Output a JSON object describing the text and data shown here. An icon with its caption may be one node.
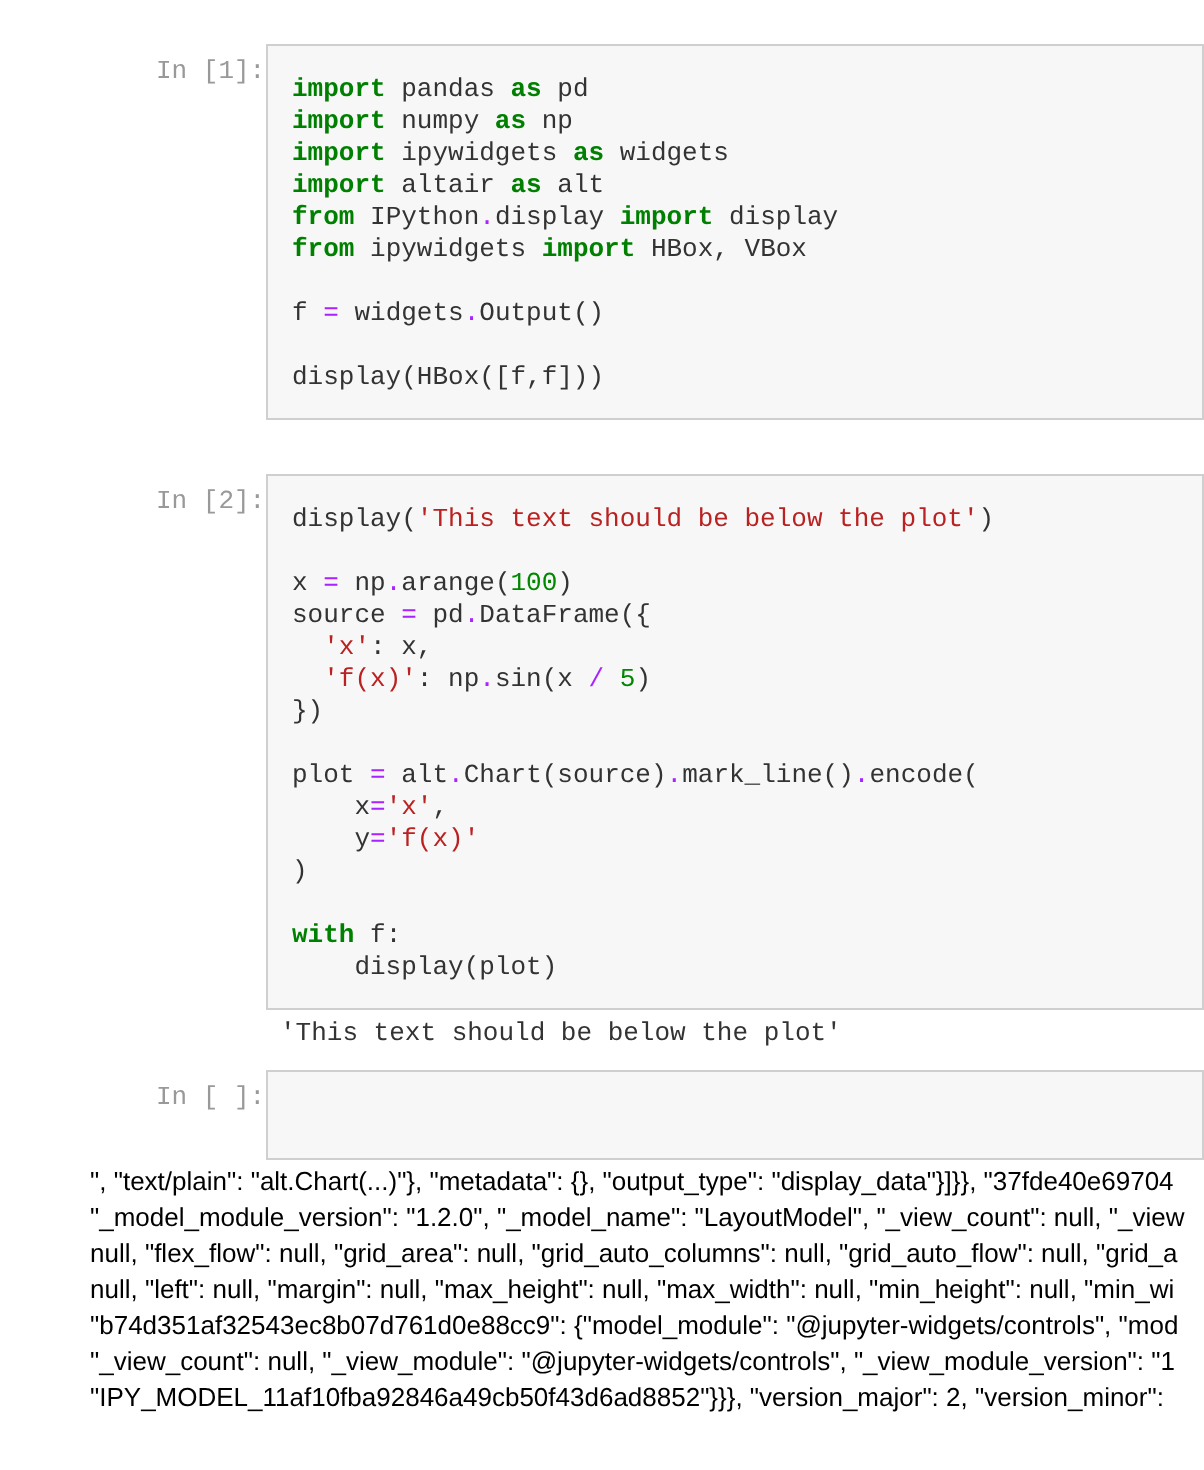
{
  "diagram": {
    "nodes": [
      {
        "text": [
          "**import** pandas **as** pd",
          "**import** numpy **as** np",
          "**import** ipywidgets **as** widgets",
          "**import** altair **as** alt",
          "**from** IPython.display **import** display",
          "**from** ipywidgets **import** HBox, VBox",
          "f = widgets.Output()",
          "display(HBox([f,f]))"
        ],
        "beside": [
          "In [1]:"
        ]
      },
      {
        "text": [
          "display('This text should be below the plot')",
          "x = np.arange(100)",
          "source = pd.DataFrame({",
          "  'x': x,",
          "  'f(x)': np.sin(x / 5)",
          "})",
          "plot = alt.Chart(source).mark_line().encode(",
          "    x='x',",
          "    y='f(x)'",
          ")",
          "**with** f:",
          "    display(plot)"
        ],
        "beside": [
          "In [2]:"
        ]
      },
      {
        "text": [],
        "shape": "box",
        "beside": [
          "In [ ]:"
        ]
      }
    ],
    "labels": [
      "'This text should be below the plot'",
      "\", \"text/plain\": \"alt.Chart(...)\"}, \"metadata\": {}, \"output_type\": \"display_data\"}]}}, \"37fde40e69704",
      "\"_model_module_version\": \"1.2.0\", \"_model_name\": \"LayoutModel\", \"_view_count\": null, \"_view",
      "null, \"flex_flow\": null, \"grid_area\": null, \"grid_auto_columns\": null, \"grid_auto_flow\": null, \"grid_a",
      "null, \"left\": null, \"margin\": null, \"max_height\": null, \"max_width\": null, \"min_height\": null, \"min_wi",
      "\"b74d351af32543ec8b07d761d0e88cc9\": {\"model_module\": \"@jupyter-widgets/controls\", \"mod",
      "\"_view_count\": null, \"_view_module\": \"@jupyter-widgets/controls\", \"_view_module_version\": \"1",
      "\"IPY_MODEL_11af10fba92846a49cb50f43d6ad8852\"}}}, \"version_major\": 2, \"version_minor\": "
    ]
  }
}
